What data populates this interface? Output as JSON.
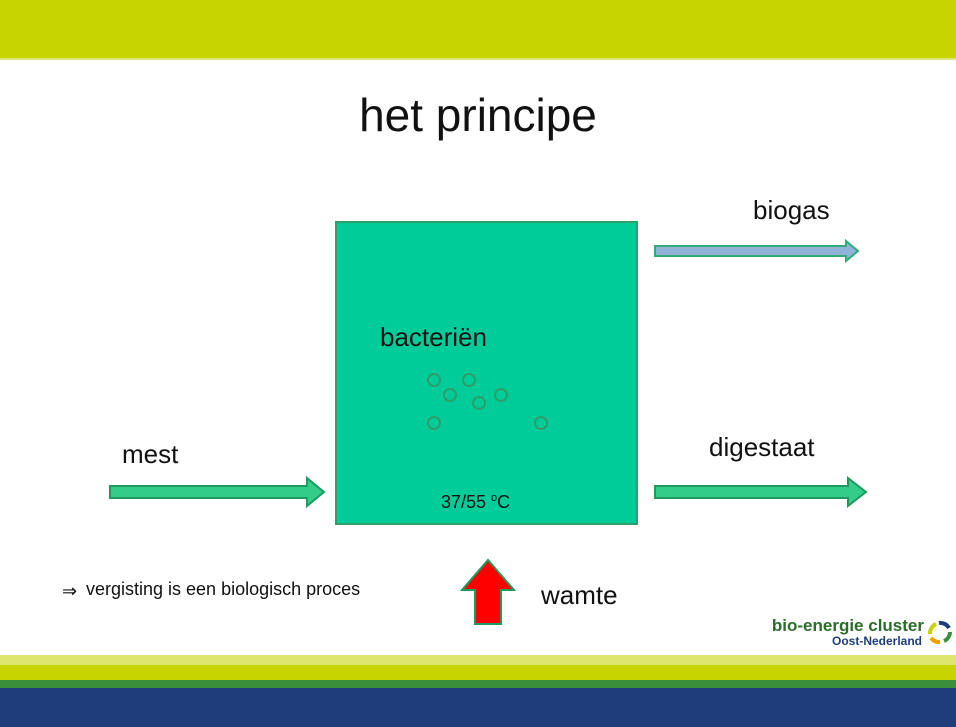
{
  "slide": {
    "title": "het principe",
    "labels": {
      "biogas": "biogas",
      "bacteria": "bacteriën",
      "input": "mest",
      "output": "digestaat",
      "temperature_base": "37/55 ",
      "temperature_sup": "o",
      "temperature_unit": "C",
      "heat": "wamte"
    },
    "bullet": {
      "symbol": "⇒",
      "text": "vergisting is een biologisch proces"
    },
    "logo": {
      "line1": "bio-energie cluster",
      "line2": "Oost-Nederland",
      "icon": "cluster-ring-icon"
    },
    "colors": {
      "tank": "#00cc99",
      "tank_border": "#2e9e6a",
      "biogas_arrow": "#8fb4d8",
      "flow_arrow": "#33cc88",
      "heat_arrow": "#ff0000",
      "band_yellow": "#c8d400",
      "band_navy": "#1f3d7a"
    }
  }
}
